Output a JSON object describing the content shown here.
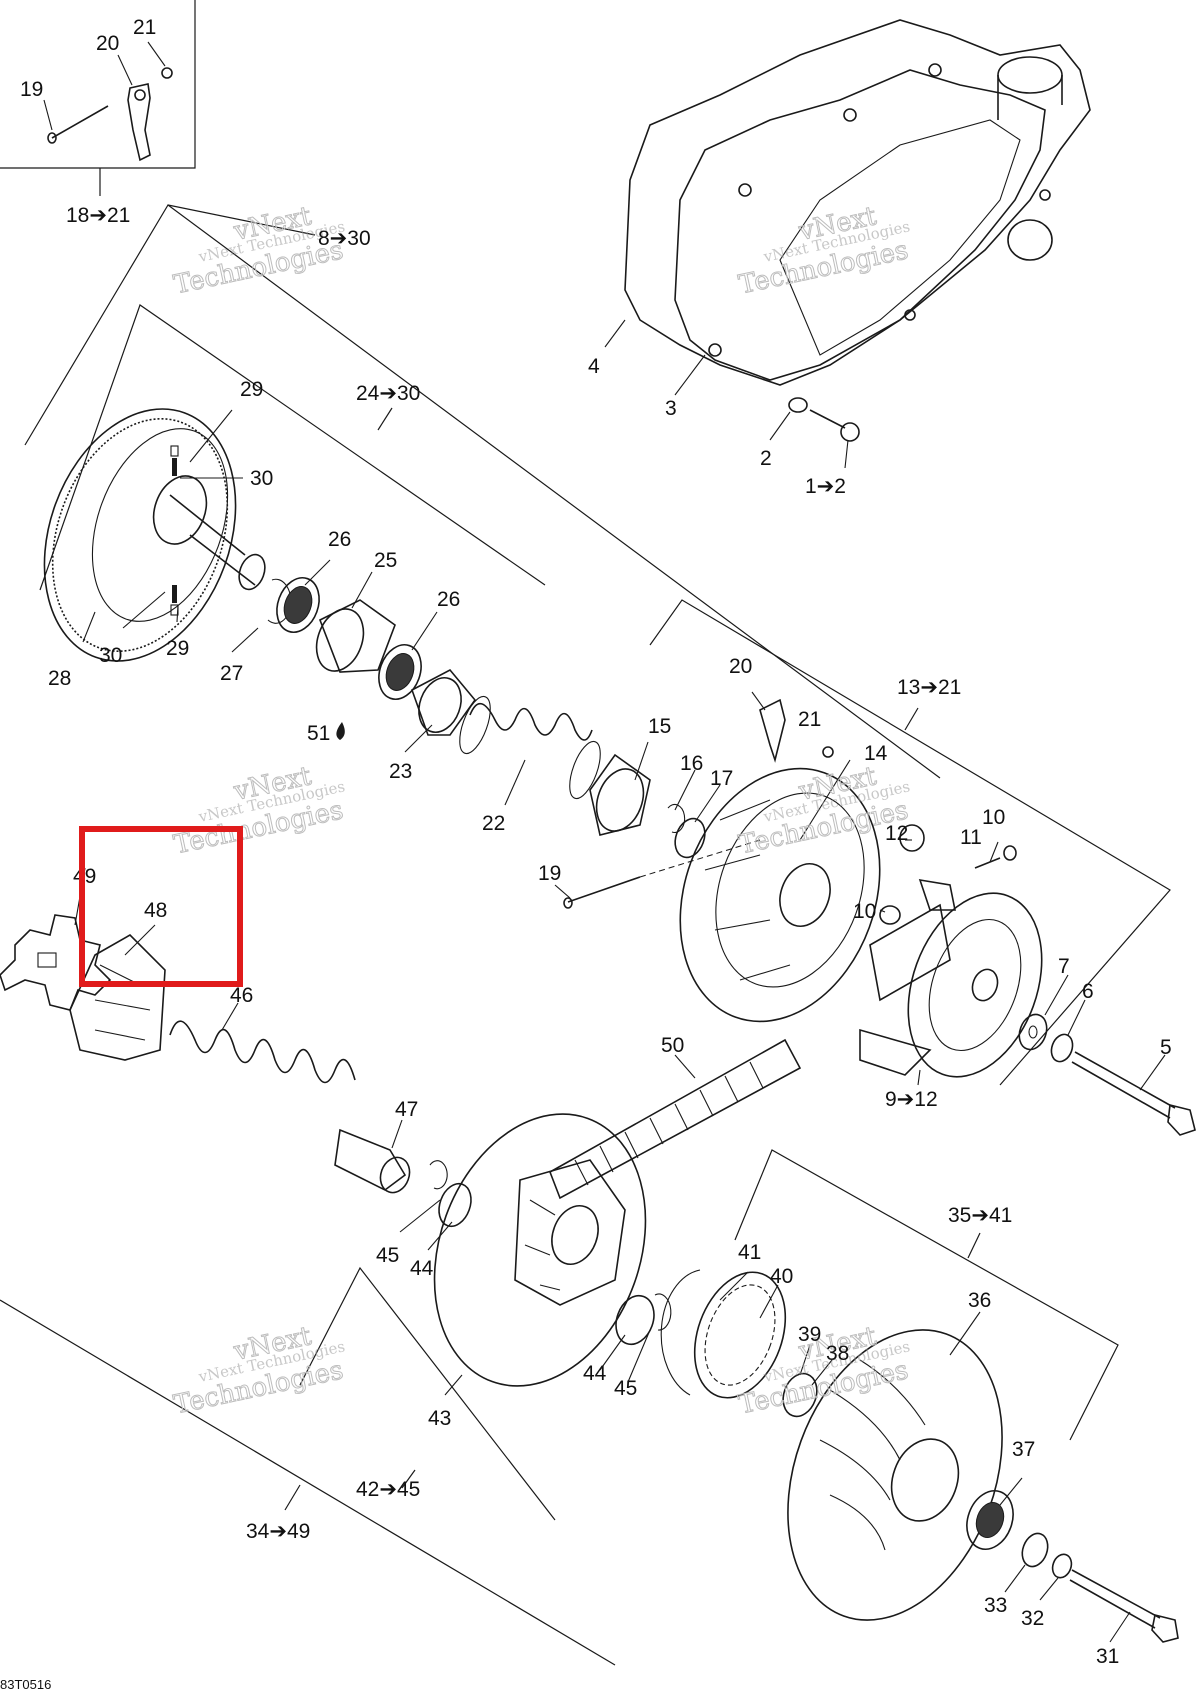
{
  "watermark": {
    "line1": "vNext Technologies",
    "line2": "vNext",
    "line3": "Technologies"
  },
  "drawing_code": "83T0516",
  "highlight": {
    "color": "#e01b1b",
    "label": "48"
  },
  "callouts": {
    "c18_21": "18➔21",
    "c19a": "19",
    "c20a": "20",
    "c21a": "21",
    "c8_30": "8➔30",
    "c24_30": "24➔30",
    "c29a": "29",
    "c30a": "30",
    "c26a": "26",
    "c25": "25",
    "c26b": "26",
    "c28": "28",
    "c30b": "30",
    "c29b": "29",
    "c27": "27",
    "c51": "51",
    "c23": "23",
    "c22": "22",
    "c4": "4",
    "c3": "3",
    "c2": "2",
    "c1_2": "1➔2",
    "c20b": "20",
    "c13_21": "13➔21",
    "c21b": "21",
    "c14": "14",
    "c15": "15",
    "c16": "16",
    "c17": "17",
    "c19b": "19",
    "c12": "12",
    "c10a": "10",
    "c11": "11",
    "c10b": "10",
    "c7": "7",
    "c6": "6",
    "c5": "5",
    "c9_12": "9➔12",
    "c49": "49",
    "c48": "48",
    "c46": "46",
    "c50": "50",
    "c47": "47",
    "c45a": "45",
    "c44a": "44",
    "c35_41": "35➔41",
    "c41": "41",
    "c40": "40",
    "c39": "39",
    "c38": "38",
    "c36": "36",
    "c44b": "44",
    "c45b": "45",
    "c43": "43",
    "c37": "37",
    "c42_45": "42➔45",
    "c34_49": "34➔49",
    "c33": "33",
    "c32": "32",
    "c31": "31"
  }
}
